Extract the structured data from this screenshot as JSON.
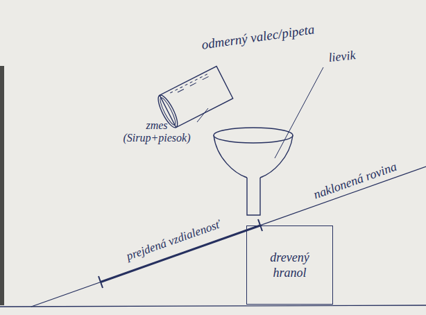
{
  "diagram": {
    "nodes": [
      {
        "text": [
          "drevený hranol"
        ]
      }
    ],
    "labels": [
      "odmerný valec/pipeta",
      "lievik",
      "zmes (Sirup+piesok)",
      "prejdená vzdialenosť",
      "naklonená rovina"
    ]
  }
}
